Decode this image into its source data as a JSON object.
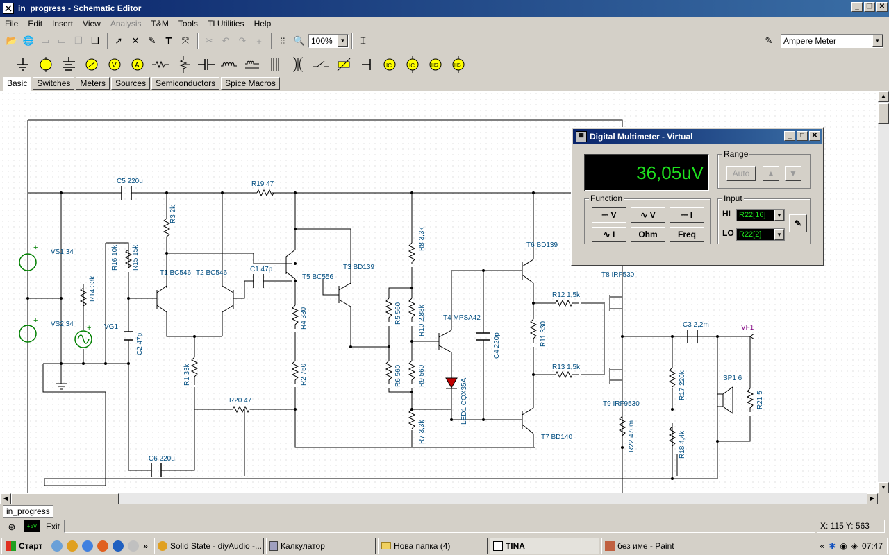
{
  "window": {
    "title": "in_progress - Schematic Editor"
  },
  "menu": [
    {
      "label": "File",
      "enabled": true
    },
    {
      "label": "Edit",
      "enabled": true
    },
    {
      "label": "Insert",
      "enabled": true
    },
    {
      "label": "View",
      "enabled": true
    },
    {
      "label": "Analysis",
      "enabled": false
    },
    {
      "label": "T&M",
      "enabled": true
    },
    {
      "label": "Tools",
      "enabled": true
    },
    {
      "label": "TI Utilities",
      "enabled": true
    },
    {
      "label": "Help",
      "enabled": true
    }
  ],
  "toolbar": {
    "zoom": "100%",
    "meter_select": "Ampere Meter"
  },
  "component_tabs": [
    "Basic",
    "Switches",
    "Meters",
    "Sources",
    "Semiconductors",
    "Spice Macros"
  ],
  "schematic_labels": [
    "C5 220u",
    "R19 47",
    "R3 2k",
    "VS1 34",
    "R16 10k",
    "R15 15k",
    "T1 BC546",
    "T2 BC546",
    "C1 47p",
    "T5 BC556",
    "T3 BD139",
    "R8 3,3k",
    "T6 BD139",
    "T8 IRF530",
    "R12 1,5k",
    "R14 33k",
    "VS2 34",
    "VG1",
    "C2 47p",
    "R4 330",
    "R5 560",
    "R10 2,88k",
    "T4 MPSA42",
    "C4 220p",
    "R11 330",
    "C3 2,2m",
    "VF1",
    "R1 33k",
    "R2 750",
    "R6 560",
    "R9 560",
    "LED1 CQX35A",
    "R13 1,5k",
    "R17 220k",
    "SP1 6",
    "R21 5",
    "T9 IRF9530",
    "R20 47",
    "R7 3,3k",
    "T7 BD140",
    "R22 470m",
    "R18 4,4k",
    "C6 220u"
  ],
  "dmm": {
    "title": "Digital Multimeter - Virtual",
    "reading": "36,05uV",
    "range_label": "Range",
    "range_auto": "Auto",
    "function_label": "Function",
    "functions": [
      "V",
      "V",
      "I",
      "I",
      "Ohm",
      "Freq"
    ],
    "input_label": "Input",
    "hi_label": "HI",
    "lo_label": "LO",
    "hi_value": "R22[16]",
    "lo_value": "R22[2]"
  },
  "sheet_tab": "in_progress",
  "status": {
    "exit": "Exit",
    "coords": "X: 115  Y: 563"
  },
  "taskbar": {
    "start": "Старт",
    "tasks": [
      "Solid State - diyAudio -...",
      "Калкулатор",
      "Нова папка (4)",
      "TINA",
      "без име - Paint"
    ],
    "active_task": 3,
    "clock": "07:47"
  }
}
